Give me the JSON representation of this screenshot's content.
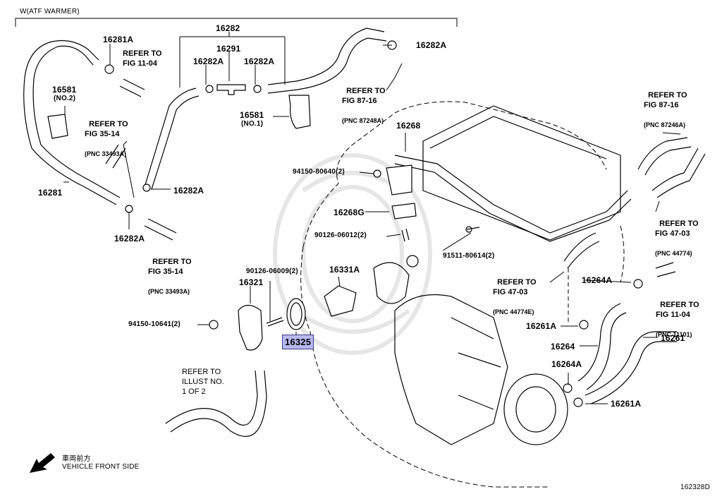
{
  "header": {
    "group_label": "W(ATF WARMER)"
  },
  "parts": {
    "p16281A": "16281A",
    "p16581_no2_a": "16581",
    "p16581_no2_b": "(NO.2)",
    "p16281": "16281",
    "p16282A_a": "16282A",
    "p16282A_b": "16282A",
    "p16282A_c": "16282A",
    "p16282A_d": "16282A",
    "p16282A_e": "16282A",
    "p16282": "16282",
    "p16291": "16291",
    "p16581_no1_a": "16581",
    "p16581_no1_b": "(NO.1)",
    "p16268": "16268",
    "p94150_80640": "94150-80640(2)",
    "p16268G": "16268G",
    "p90126_06012": "90126-06012(2)",
    "p91511_80614": "91511-80614(2)",
    "p90126_06009": "90126-06009(2)",
    "p16331A": "16331A",
    "p16321": "16321",
    "p94150_10641": "94150-10641(2)",
    "p16325": "16325",
    "p16264A_a": "16264A",
    "p16264A_b": "16264A",
    "p16261A_a": "16261A",
    "p16261A_b": "16261A",
    "p16264": "16264",
    "p16261": "16261"
  },
  "refs": {
    "fig11_04_a": "REFER TO\nFIG 11-04",
    "fig35_14_a": "REFER TO\nFIG 35-14",
    "fig35_14_a_pnc": "(PNC 33493A)",
    "fig35_14_b": "REFER TO\nFIG 35-14",
    "fig35_14_b_pnc": "(PNC 33493A)",
    "fig87_16_a": "REFER TO\nFIG 87-16",
    "fig87_16_a_pnc": "(PNC 87248A)",
    "fig87_16_b": "REFER TO\nFIG 87-16",
    "fig87_16_b_pnc": "(PNC 87246A)",
    "fig47_03_a": "REFER TO\nFIG 47-03",
    "fig47_03_a_pnc": "(PNC 44774)",
    "fig47_03_b": "REFER TO\nFIG 47-03",
    "fig47_03_b_pnc": "(PNC 44774E)",
    "fig11_04_b": "REFER TO\nFIG 11-04",
    "fig11_04_b_pnc": "(PNC 11101)",
    "illust": "REFER TO\nILLUST NO.\n1 OF 2"
  },
  "footer": {
    "front_ja": "車両前方",
    "front_en": "VEHICLE FRONT SIDE",
    "diagram_id": "162328D"
  },
  "colors": {
    "line": "#000000",
    "highlight_fill": "#b9b9f0",
    "watermark": "#e6e6e6"
  }
}
